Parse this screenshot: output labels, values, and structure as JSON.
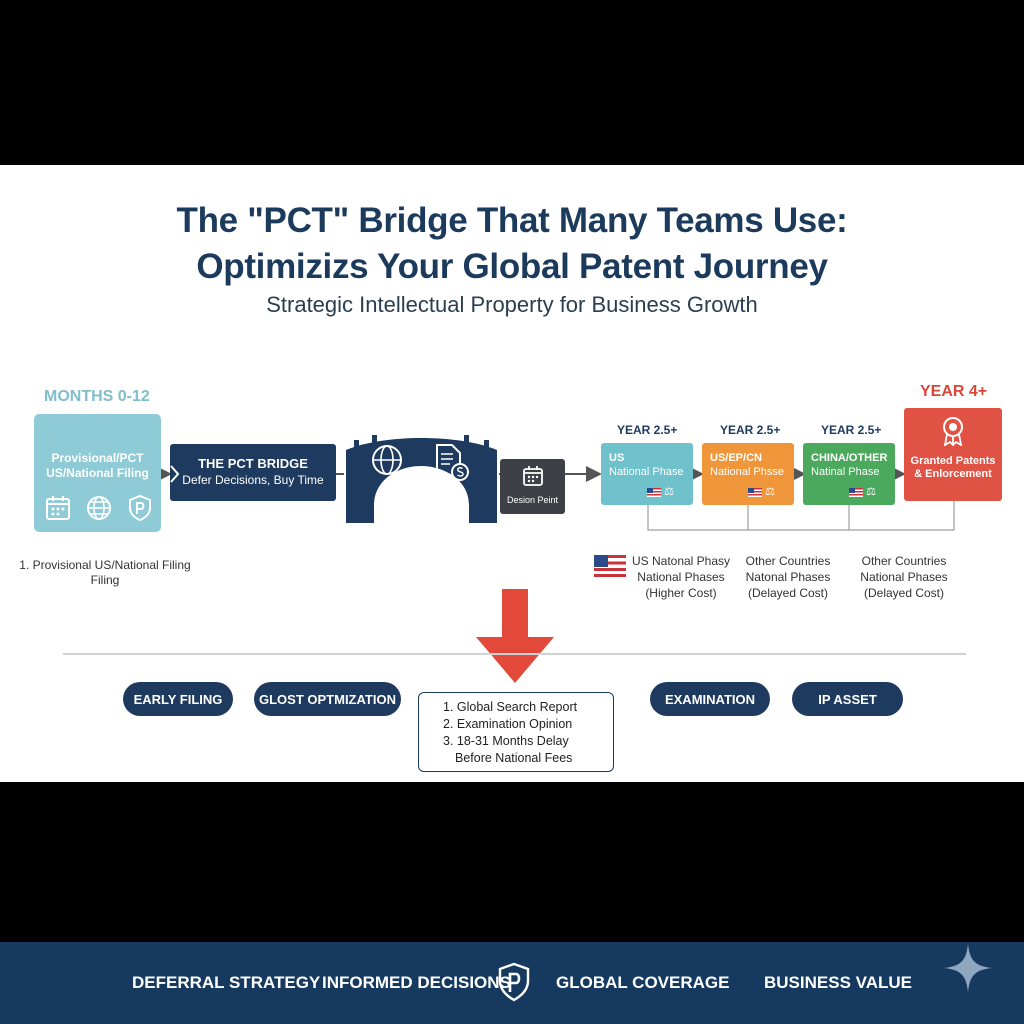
{
  "header": {
    "title_line1": "The \"PCT\" Bridge That Many Teams Use:",
    "title_line2": "Optimizizs Your Global Patent Journey",
    "subtitle": "Strategic Intellectual Property for Business Growth"
  },
  "timeline": {
    "months_label": "MONTHS 0-12",
    "provisional_line1": "Provisional/PCT",
    "provisional_line2": "US/National Filing",
    "provisional_note_line1": "1. Provisional US/National Filing",
    "provisional_note_line2": "Filing",
    "pct_title": "THE PCT BRIDGE",
    "pct_sub": "Defer Decisions, Buy Time",
    "decision_label": "Desion Peint",
    "year4_label": "YEAR 4+",
    "granted_line1": "Granted Patents",
    "granted_line2": "& Enlorcement"
  },
  "phases": [
    {
      "year": "YEAR 2.5+",
      "line1": "US",
      "line2": "National Phase",
      "color": "#6fc1cc"
    },
    {
      "year": "YEAR 2.5+",
      "line1": "US/EP/CN",
      "line2": "National Phsse",
      "color": "#f0963a"
    },
    {
      "year": "YEAR 2.5+",
      "line1": "CHINA/OTHER",
      "line2": "Natinal Phase",
      "color": "#4aa95c"
    }
  ],
  "costs": [
    {
      "line1": "US Natonal Phasy",
      "line2": "National Phases",
      "line3": "(Higher Cost)"
    },
    {
      "line1": "Other Countries",
      "line2": "Natonal Phases",
      "line3": "(Delayed Cost)"
    },
    {
      "line1": "Other Countries",
      "line2": "National Phases",
      "line3": "(Delayed Cost)"
    }
  ],
  "pills": {
    "early_filing": "EARLY FILING",
    "cost_opt": "GLOST OPTMIZATION",
    "examination": "EXAMINATION",
    "ip_asset": "IP ASSET"
  },
  "callout": {
    "item1": "1. Global Search Report",
    "item2": "2. Examination Opinion",
    "item3": "3. 18-31 Months Delay",
    "item3b": "Before National Fees"
  },
  "footer": {
    "item1": "DEFERRAL STRATEGY",
    "item2": "INFORMED DECISIONS",
    "item3": "GLOBAL COVERAGE",
    "item4": "BUSINESS VALUE"
  },
  "colors": {
    "navy": "#1e3a5f",
    "teal": "#8ecbd6",
    "orange": "#f0963a",
    "green": "#4aa95c",
    "red": "#e05244"
  }
}
